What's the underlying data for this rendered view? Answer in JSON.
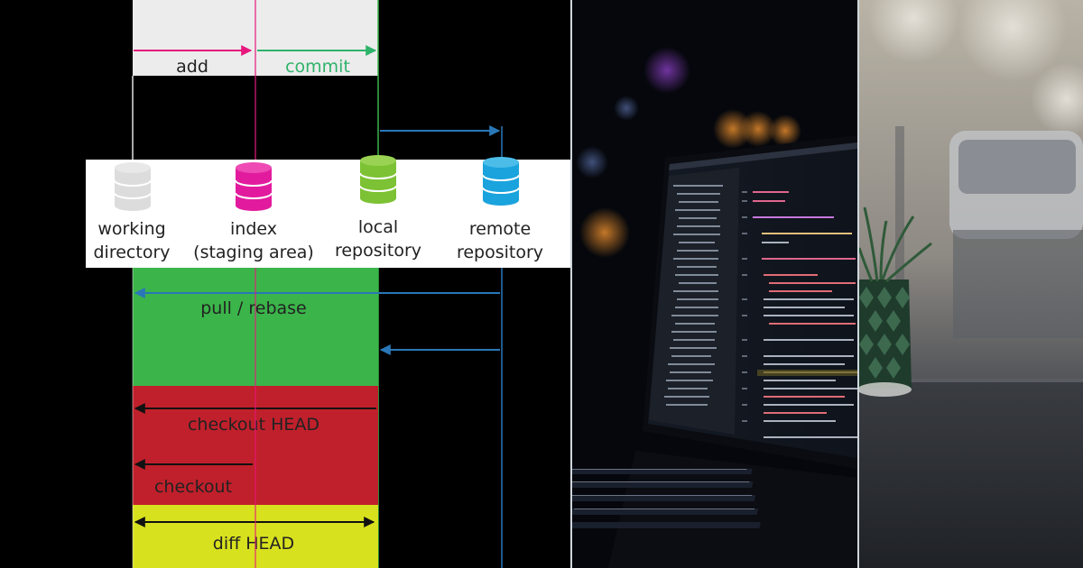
{
  "diagram": {
    "stores": [
      {
        "label_line1": "working",
        "label_line2": "directory",
        "color": "#dcdcdc"
      },
      {
        "label_line1": "index",
        "label_line2": "(staging area)",
        "color": "#e21b9e"
      },
      {
        "label_line1": "local",
        "label_line2": "repository",
        "color": "#7cc234"
      },
      {
        "label_line1": "remote",
        "label_line2": "repository",
        "color": "#1aa3dd"
      }
    ],
    "commands": {
      "add": "add",
      "commit": "commit",
      "pull_rebase": "pull / rebase",
      "checkout_head": "checkout HEAD",
      "checkout": "checkout",
      "diff_head": "diff HEAD"
    },
    "colors": {
      "add": "#e6187d",
      "commit": "#2fb36b",
      "push": "#2a77b8",
      "pull_band": "#3bb54a",
      "checkout_band": "#c0202b",
      "diff_band": "#d8e11d",
      "top_band": "#ececec"
    }
  },
  "photos": [
    {
      "subject": "laptop-code-editor"
    },
    {
      "subject": "plant-window-bokeh"
    }
  ]
}
